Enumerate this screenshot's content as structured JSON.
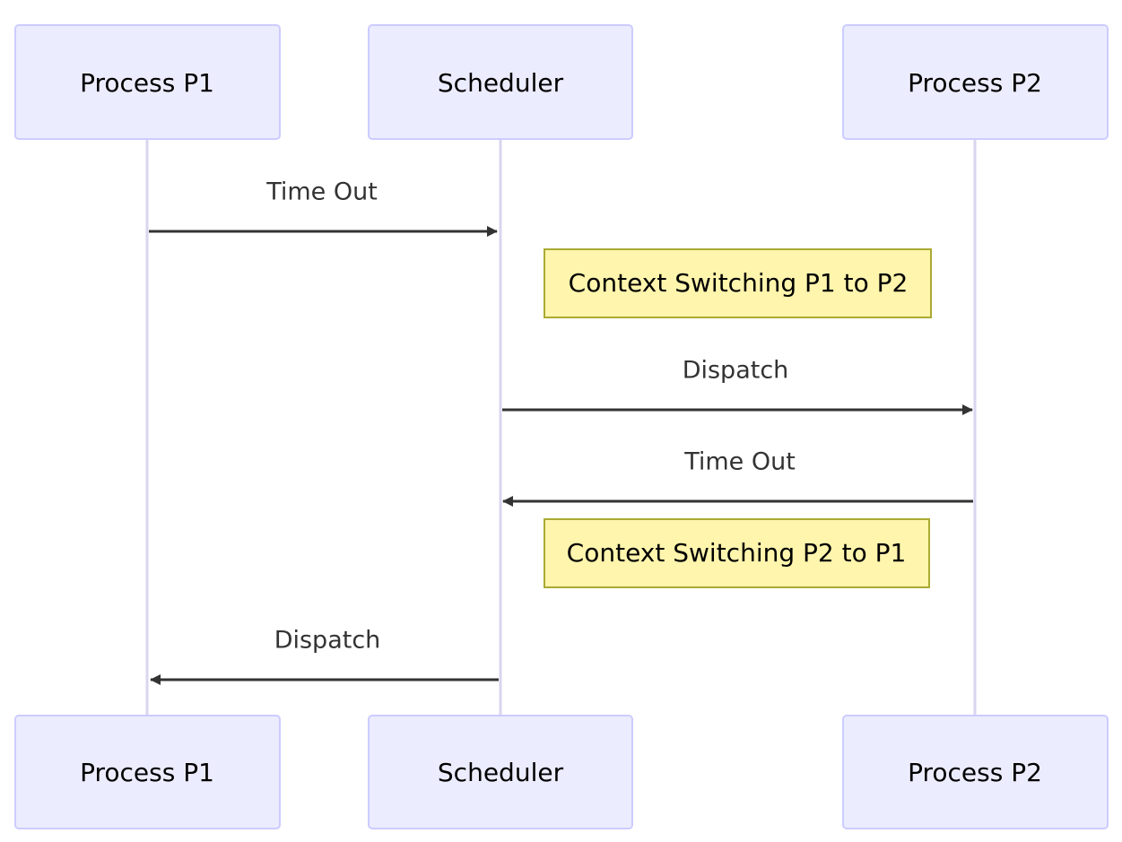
{
  "diagram": {
    "type": "sequence",
    "participants": [
      {
        "id": "p1",
        "label": "Process P1"
      },
      {
        "id": "sched",
        "label": "Scheduler"
      },
      {
        "id": "p2",
        "label": "Process P2"
      }
    ],
    "steps": [
      {
        "kind": "message",
        "from": "p1",
        "to": "sched",
        "label": "Time Out"
      },
      {
        "kind": "note",
        "label": "Context Switching P1 to P2"
      },
      {
        "kind": "message",
        "from": "sched",
        "to": "p2",
        "label": "Dispatch"
      },
      {
        "kind": "message",
        "from": "p2",
        "to": "sched",
        "label": "Time Out"
      },
      {
        "kind": "note",
        "label": "Context Switching P2 to P1"
      },
      {
        "kind": "message",
        "from": "sched",
        "to": "p1",
        "label": "Dispatch"
      }
    ],
    "colors": {
      "actor_fill": "#ECECFF",
      "actor_stroke": "#CCCCFF",
      "lifeline": "#D8D5EE",
      "message_line": "#333333",
      "note_fill": "#FFF5AD",
      "note_stroke": "#AAAA33"
    }
  }
}
